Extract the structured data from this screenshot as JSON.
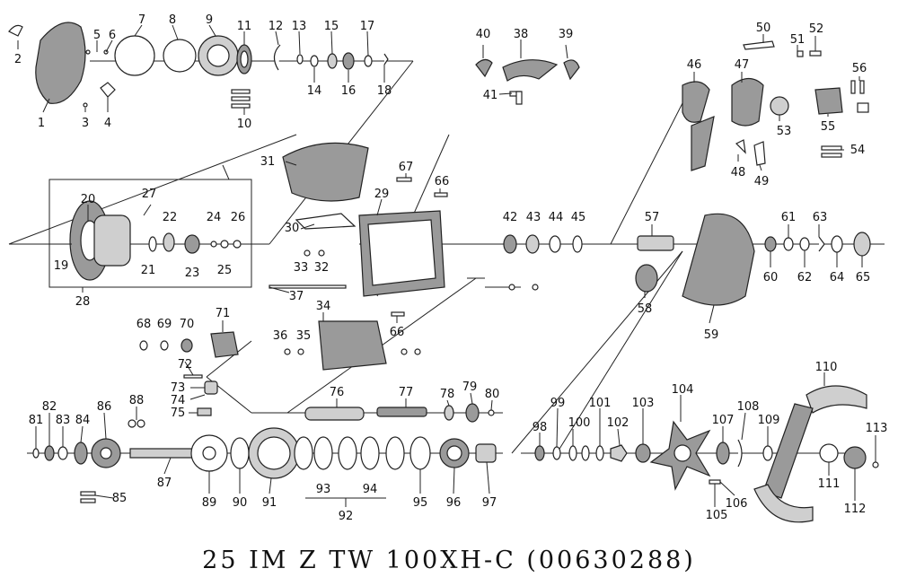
{
  "title": "25 IM Z TW 100XH-C (00630288)",
  "labels": [
    "1",
    "2",
    "3",
    "4",
    "5",
    "6",
    "7",
    "8",
    "9",
    "10",
    "11",
    "12",
    "13",
    "14",
    "15",
    "16",
    "17",
    "18",
    "19",
    "20",
    "21",
    "22",
    "23",
    "24",
    "25",
    "26",
    "27",
    "28",
    "29",
    "30",
    "31",
    "32",
    "33",
    "34",
    "35",
    "36",
    "37",
    "38",
    "39",
    "40",
    "41",
    "42",
    "43",
    "44",
    "45",
    "46",
    "47",
    "48",
    "49",
    "50",
    "51",
    "52",
    "53",
    "54",
    "55",
    "56",
    "57",
    "58",
    "59",
    "60",
    "61",
    "62",
    "63",
    "64",
    "65",
    "66",
    "67",
    "68",
    "69",
    "70",
    "71",
    "72",
    "73",
    "74",
    "75",
    "76",
    "77",
    "78",
    "79",
    "80",
    "81",
    "82",
    "83",
    "84",
    "85",
    "86",
    "87",
    "88",
    "89",
    "90",
    "91",
    "92",
    "93",
    "94",
    "95",
    "96",
    "97",
    "98",
    "99",
    "100",
    "101",
    "102",
    "103",
    "104",
    "105",
    "106",
    "107",
    "108",
    "109",
    "110",
    "111",
    "112",
    "113"
  ],
  "colors": {
    "line": "#222222",
    "shade_dark": "#9a9a9a",
    "shade_light": "#cfcfcf"
  }
}
